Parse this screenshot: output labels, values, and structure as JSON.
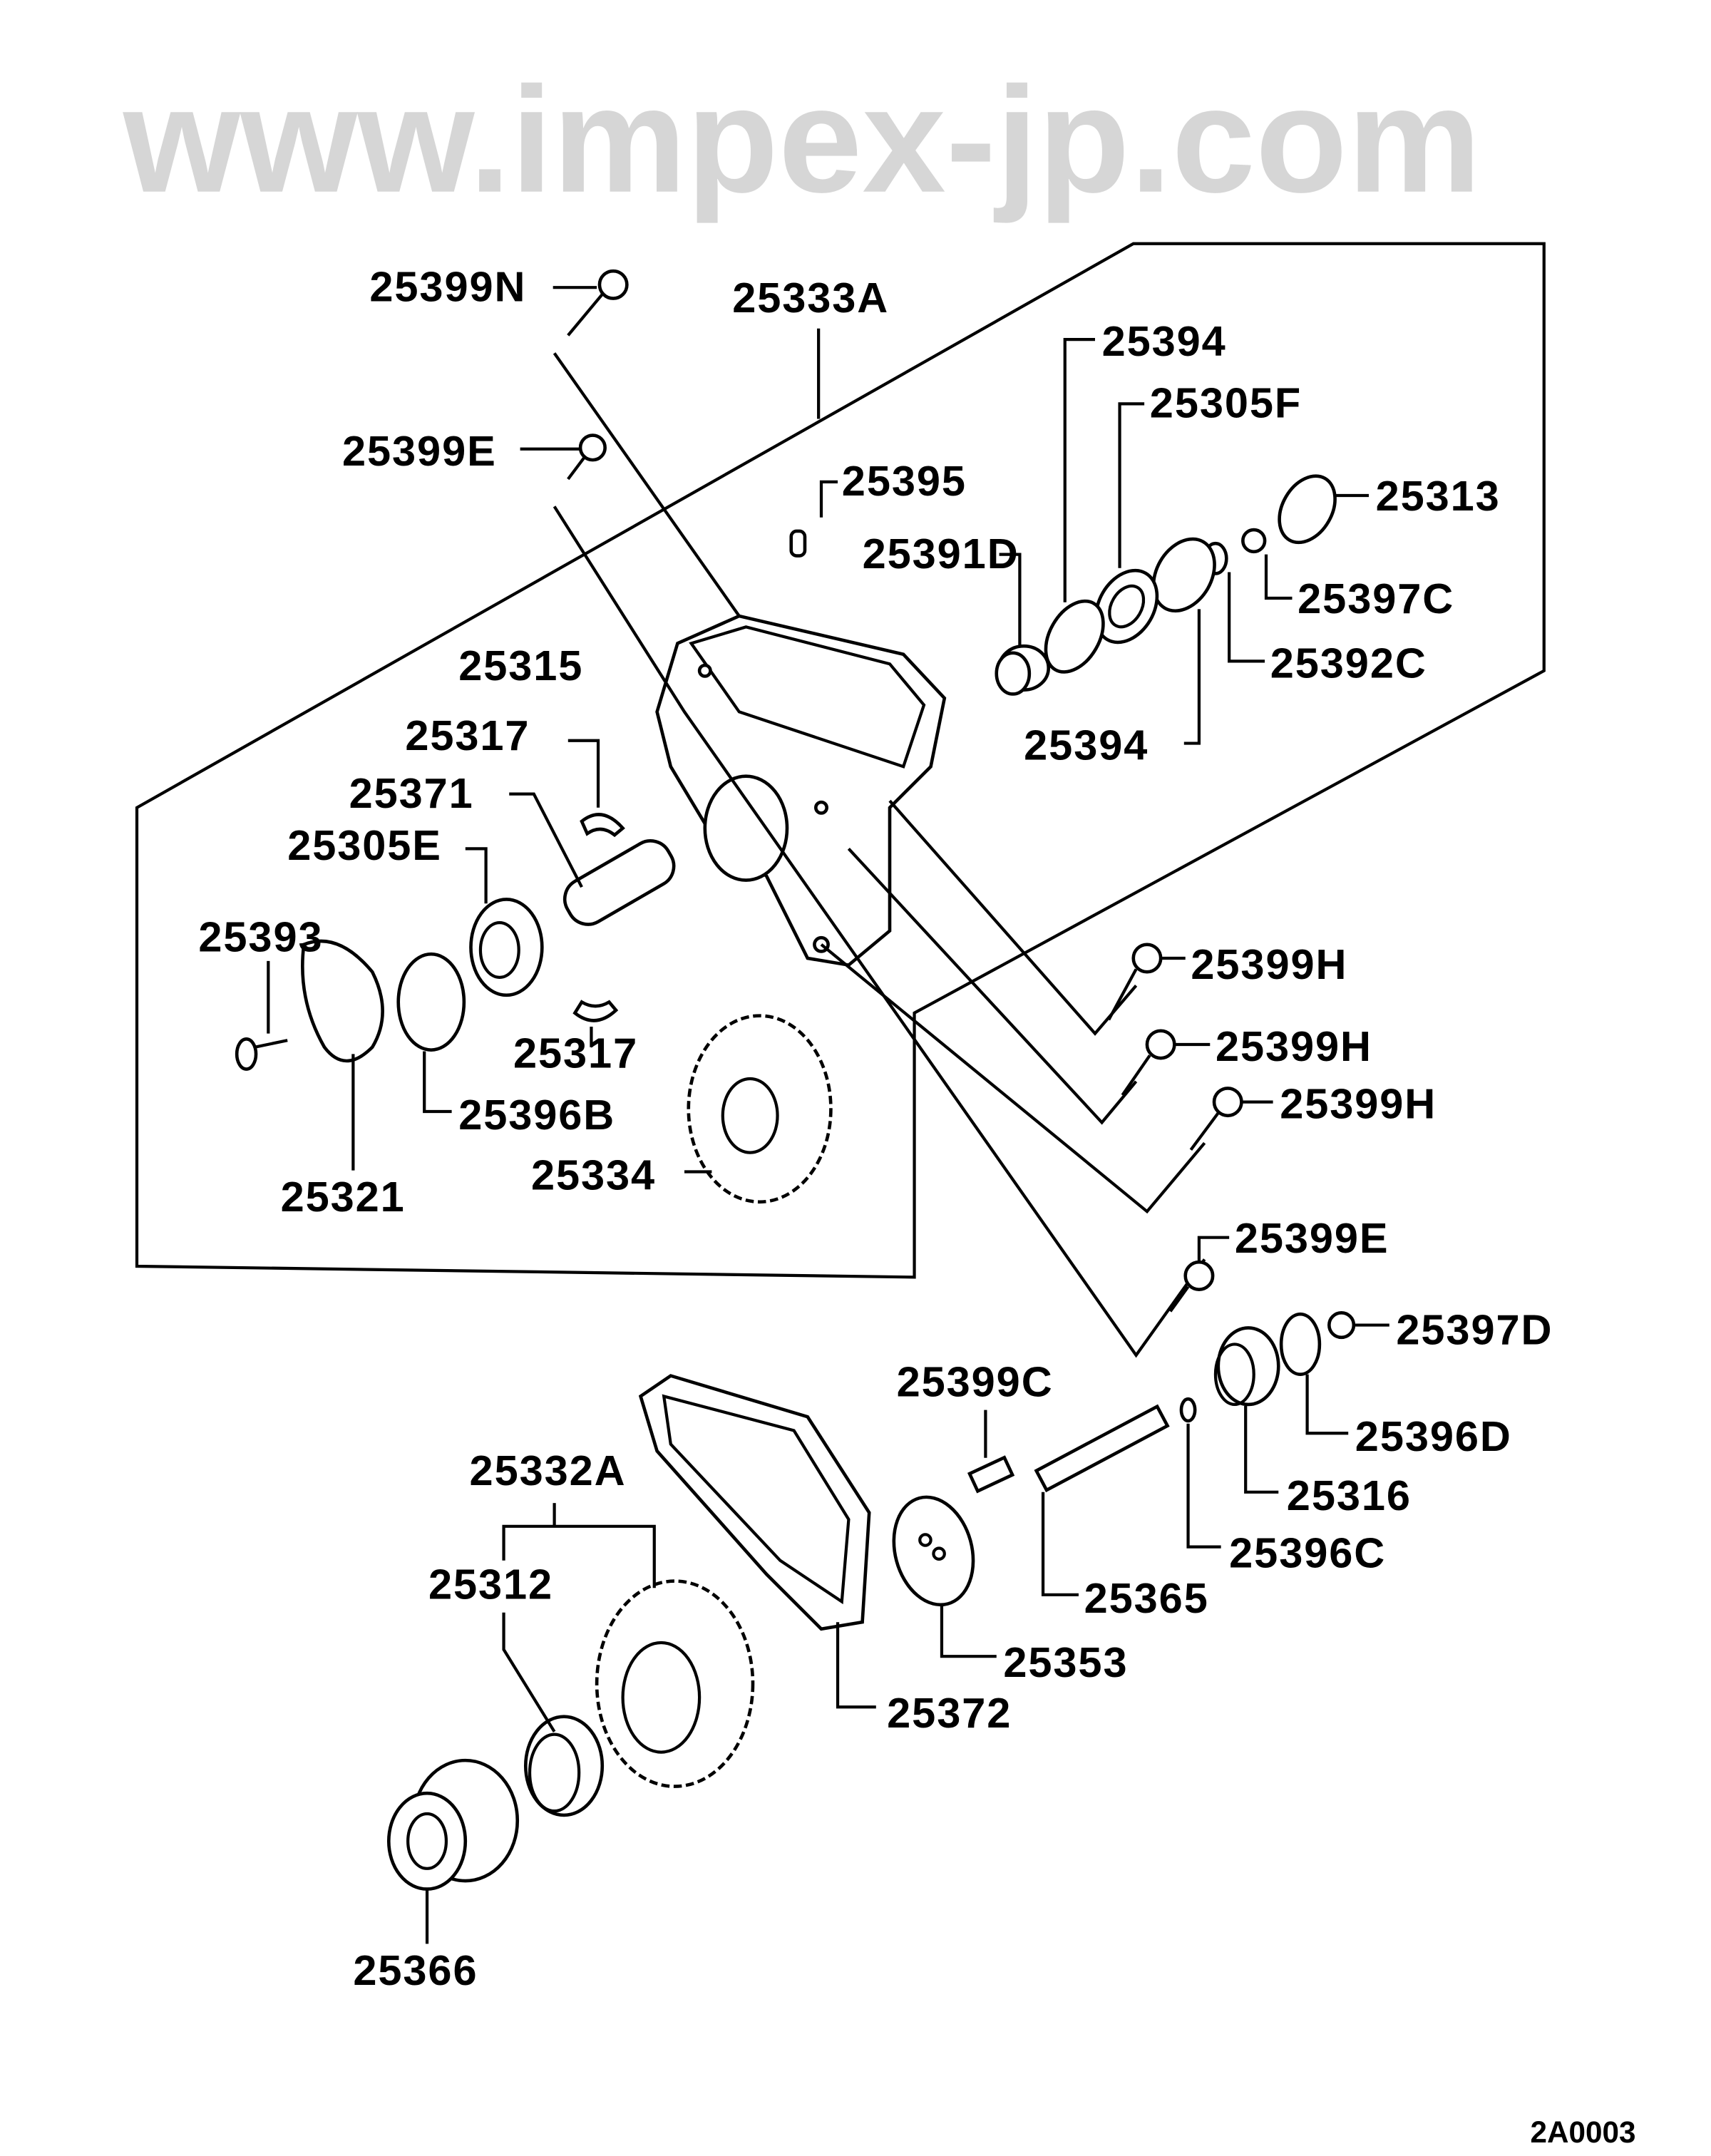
{
  "diagram": {
    "watermark": "www.impex-jp.com",
    "drawing_code": "2A0003",
    "labels": {
      "p25399N": "25399N",
      "p25333A": "25333A",
      "p25394a": "25394",
      "p25305F": "25305F",
      "p25399Ea": "25399E",
      "p25395": "25395",
      "p25313": "25313",
      "p25391D": "25391D",
      "p25397C": "25397C",
      "p25392C": "25392C",
      "p25315": "25315",
      "p25317a": "25317",
      "p25394b": "25394",
      "p25371": "25371",
      "p25305E": "25305E",
      "p25393": "25393",
      "p25399Ha": "25399H",
      "p25399Hb": "25399H",
      "p25399Hc": "25399H",
      "p25317b": "25317",
      "p25396B": "25396B",
      "p25334": "25334",
      "p25321": "25321",
      "p25399Eb": "25399E",
      "p25397D": "25397D",
      "p25399C": "25399C",
      "p25396D": "25396D",
      "p25332A": "25332A",
      "p25316": "25316",
      "p25396C": "25396C",
      "p25312": "25312",
      "p25365": "25365",
      "p25353": "25353",
      "p25372": "25372",
      "p25366": "25366"
    }
  }
}
